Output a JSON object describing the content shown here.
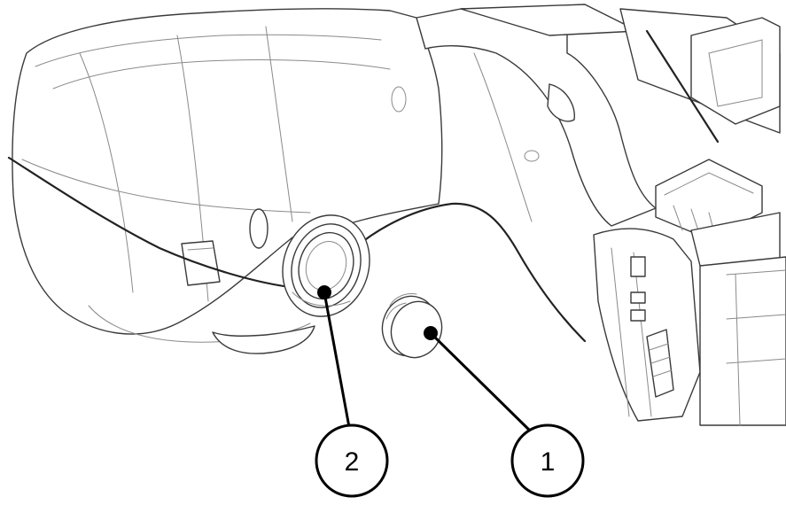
{
  "callouts": [
    {
      "number": "1",
      "label": "1"
    },
    {
      "number": "2",
      "label": "2"
    }
  ],
  "colors": {
    "line": "#3a3a3a",
    "detail": "#8a8a8a",
    "leader": "#000000",
    "background": "#ffffff"
  }
}
